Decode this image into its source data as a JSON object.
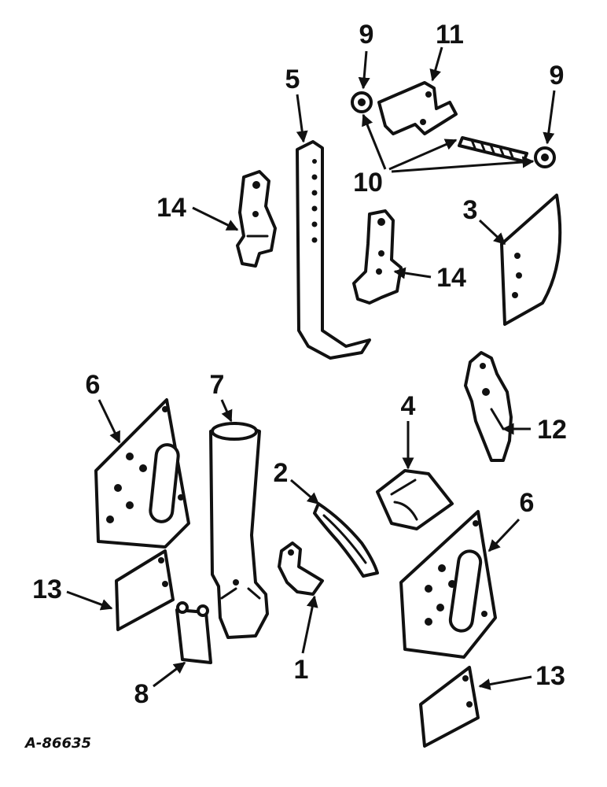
{
  "labels": {
    "l1": "1",
    "l2": "2",
    "l3": "3",
    "l4": "4",
    "l5": "5",
    "l6a": "6",
    "l6b": "6",
    "l7": "7",
    "l8": "8",
    "l9a": "9",
    "l9b": "9",
    "l10": "10",
    "l11": "11",
    "l12": "12",
    "l13a": "13",
    "l13b": "13",
    "l14a": "14",
    "l14b": "14"
  },
  "drawing_code": "A-86635",
  "colors": {
    "ink": "#111111",
    "paper": "#ffffff"
  }
}
